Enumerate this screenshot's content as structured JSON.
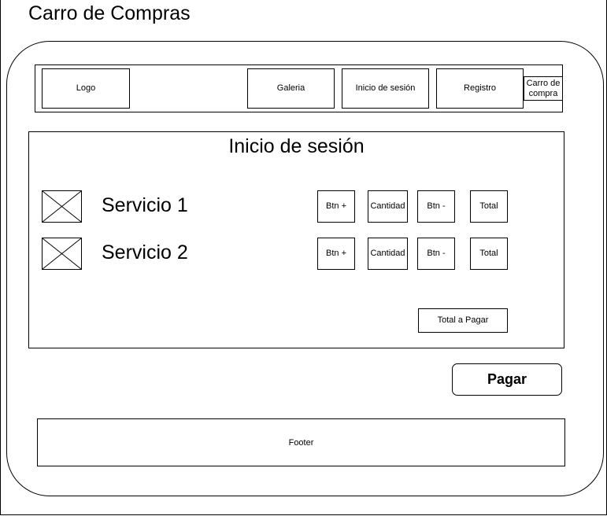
{
  "page": {
    "title": "Carro de Compras"
  },
  "navbar": {
    "logo": "Logo",
    "galeria": "Galeria",
    "login": "Inicio de sesión",
    "registro": "Registro",
    "cart": "Carro de compra"
  },
  "content": {
    "title": "Inicio de sesión",
    "services": [
      {
        "name": "Servicio 1",
        "btn_plus": "Btn +",
        "quantity": "Cantidad",
        "btn_minus": "Btn -",
        "total": "Total"
      },
      {
        "name": "Servicio 2",
        "btn_plus": "Btn +",
        "quantity": "Cantidad",
        "btn_minus": "Btn -",
        "total": "Total"
      }
    ],
    "total_to_pay": "Total a Pagar"
  },
  "actions": {
    "pay": "Pagar"
  },
  "footer": {
    "label": "Footer"
  }
}
